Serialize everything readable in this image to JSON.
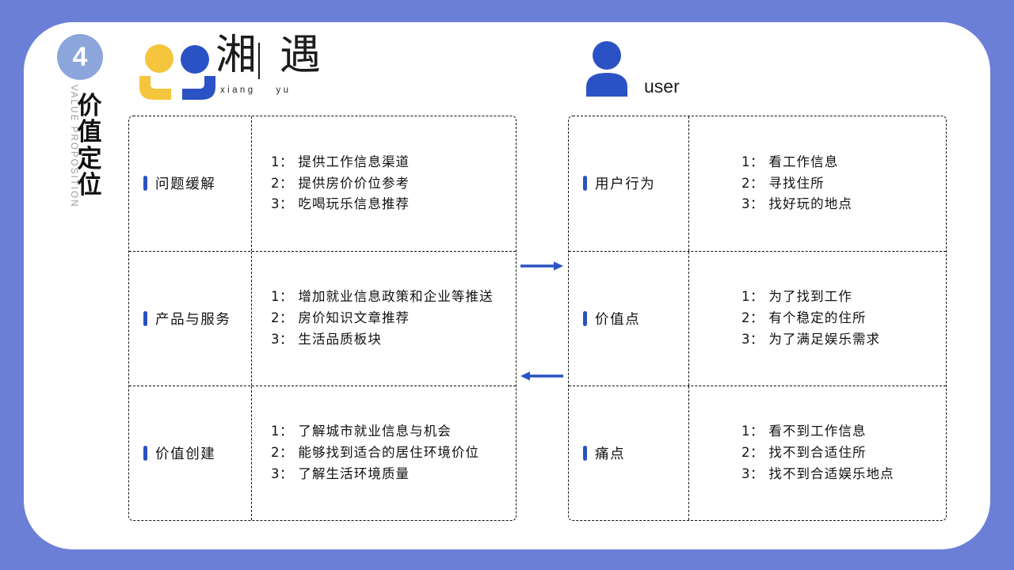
{
  "theme": {
    "page_background": "#6b7fd7",
    "card_background": "#ffffff",
    "accent_blue": "#2b52c4",
    "badge_blue": "#8ca6dc",
    "logo_yellow": "#f5c53d",
    "logo_blue": "#2b52c4",
    "muted_grey": "#9a9a9a"
  },
  "sidebar": {
    "badge_number": "4",
    "title_cn": "价值定位",
    "title_en": "VALUE PROPOSITION"
  },
  "brand": {
    "wordmark_left": "湘",
    "wordmark_right": "遇",
    "pinyin_left": "xiang",
    "pinyin_right": "yu",
    "logo_icon": "smiley-face-logo"
  },
  "user_header": {
    "icon": "user-avatar-icon",
    "label": "user"
  },
  "arrows": [
    {
      "icon": "arrow-right-icon",
      "direction": "right"
    },
    {
      "icon": "arrow-left-icon",
      "direction": "left"
    }
  ],
  "left_table": {
    "rows": [
      {
        "label": "问题缓解",
        "items": [
          {
            "num": "1：",
            "text": "提供工作信息渠道"
          },
          {
            "num": "2：",
            "text": "提供房价价位参考"
          },
          {
            "num": "3：",
            "text": "吃喝玩乐信息推荐"
          }
        ]
      },
      {
        "label": "产品与服务",
        "items": [
          {
            "num": "1：",
            "text": "增加就业信息政策和企业等推送"
          },
          {
            "num": "2：",
            "text": "房价知识文章推荐"
          },
          {
            "num": "3：",
            "text": "生活品质板块"
          }
        ]
      },
      {
        "label": "价值创建",
        "items": [
          {
            "num": "1：",
            "text": "了解城市就业信息与机会"
          },
          {
            "num": "2：",
            "text": "能够找到适合的居住环境价位"
          },
          {
            "num": "3：",
            "text": "了解生活环境质量"
          }
        ]
      }
    ]
  },
  "right_table": {
    "rows": [
      {
        "label": "用户行为",
        "items": [
          {
            "num": "1：",
            "text": "看工作信息"
          },
          {
            "num": "2：",
            "text": "寻找住所"
          },
          {
            "num": "3：",
            "text": "找好玩的地点"
          }
        ]
      },
      {
        "label": "价值点",
        "items": [
          {
            "num": "1：",
            "text": "为了找到工作"
          },
          {
            "num": "2：",
            "text": "有个稳定的住所"
          },
          {
            "num": "3：",
            "text": "为了满足娱乐需求"
          }
        ]
      },
      {
        "label": "痛点",
        "items": [
          {
            "num": "1：",
            "text": "看不到工作信息"
          },
          {
            "num": "2：",
            "text": "找不到合适住所"
          },
          {
            "num": "3：",
            "text": "找不到合适娱乐地点"
          }
        ]
      }
    ]
  }
}
